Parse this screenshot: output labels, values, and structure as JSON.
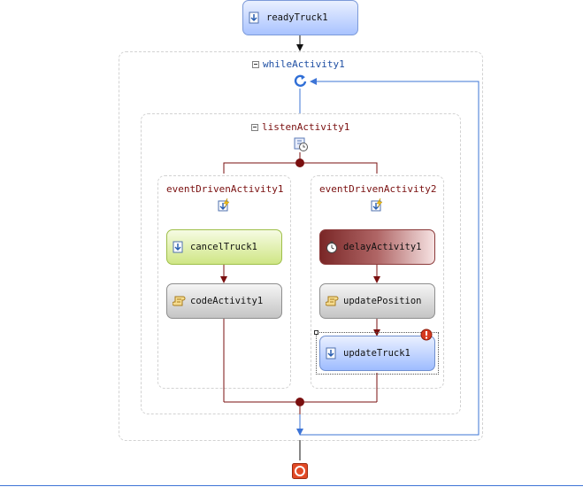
{
  "workflow": {
    "ready_truck": "readyTruck1",
    "while_activity": "whileActivity1",
    "listen_activity": "listenActivity1",
    "left_branch": {
      "title": "eventDrivenActivity1",
      "activities": [
        "cancelTruck1",
        "codeActivity1"
      ]
    },
    "right_branch": {
      "title": "eventDrivenActivity2",
      "activities": [
        "delayActivity1",
        "updatePosition",
        "updateTruck1"
      ]
    }
  },
  "icons": {
    "call_method": "call-method-icon",
    "loop": "loop-arrow-icon",
    "listen": "listen-icon",
    "event_driven": "event-driven-icon",
    "delay": "stopwatch-icon",
    "code": "code-scroll-icon",
    "error": "error-badge-icon",
    "terminate": "terminate-icon"
  },
  "colors": {
    "loop_connector": "#3d74d6",
    "flow_connector": "#7a0f0f",
    "accent_blue": "#9cbcff",
    "accent_green": "#d4eb89",
    "accent_red": "#8b3a3a",
    "accent_gray": "#c9c9c9"
  }
}
